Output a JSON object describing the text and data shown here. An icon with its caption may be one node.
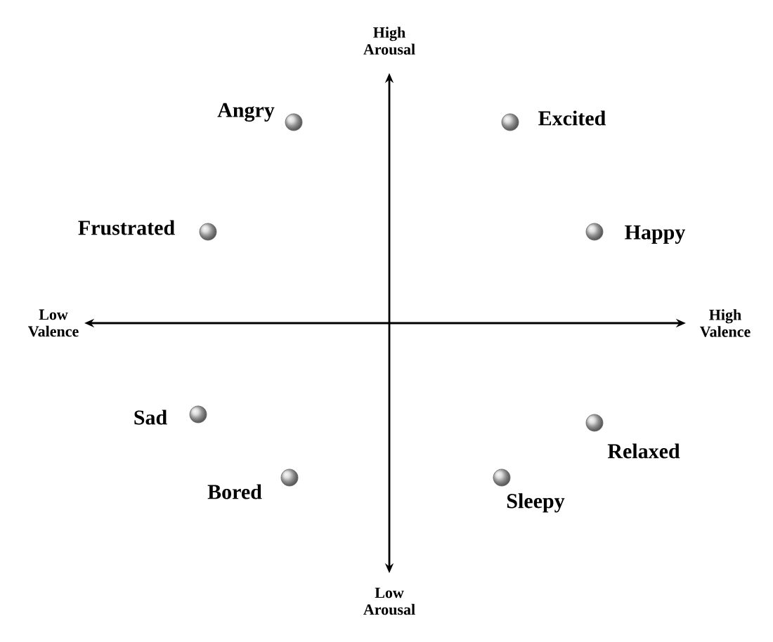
{
  "diagram": {
    "labels": [
      "High Arousal",
      "Angry",
      "Excited",
      "Frustrated",
      "Happy",
      "Low Valence",
      "High Valence",
      "Sad",
      "Relaxed",
      "Bored",
      "Sleepy",
      "Low Arousal"
    ]
  }
}
